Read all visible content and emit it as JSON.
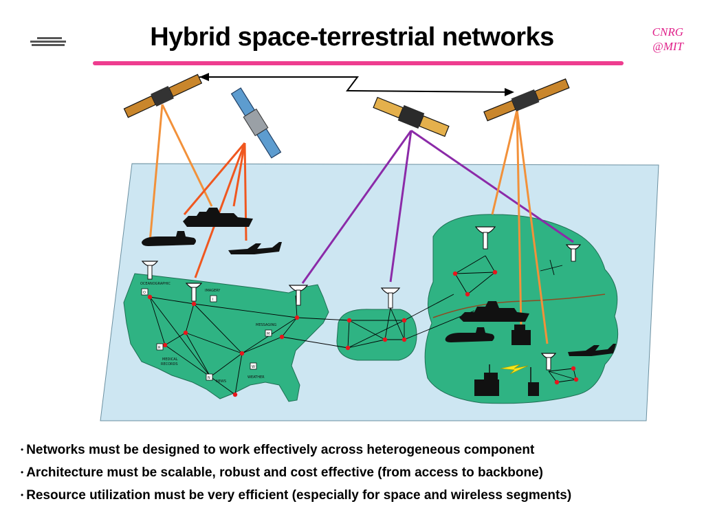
{
  "slide": {
    "title": "Hybrid space-terrestrial networks",
    "corner_label_line1": "CNRG",
    "corner_label_line2": "@MIT"
  },
  "diagram": {
    "map_labels": {
      "oceanographic": "OCEANOGRAPHIC",
      "imagery": "IMAGERY",
      "messaging": "MESSAGING",
      "medical_records_1": "MEDICAL",
      "medical_records_2": "RECORDS",
      "news": "NEWS",
      "weather": "WEATHER"
    },
    "map_badges": {
      "oceanographic": "O",
      "imagery": "I",
      "messaging": "M",
      "medical_records": "R",
      "news": "N",
      "weather": "W"
    },
    "colors": {
      "sea": "#cde6f2",
      "land": "#2fb383",
      "node": "#e8161c",
      "link_orange": "#f2913a",
      "link_red_orange": "#f0571f",
      "link_purple": "#8b2aa8",
      "border": "#8f4a22"
    }
  },
  "bullets": [
    "Networks must be designed to work effectively across heterogeneous component",
    "Architecture must be scalable, robust and cost effective (from access to backbone)",
    "Resource utilization must be very efficient (especially for space and wireless segments)"
  ]
}
